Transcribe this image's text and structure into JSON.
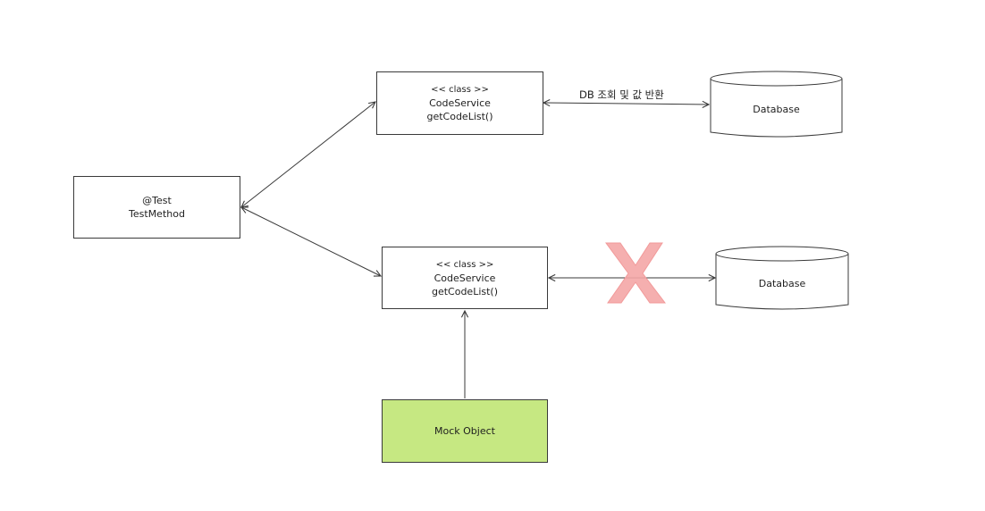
{
  "test_box": {
    "line1": "@Test",
    "line2": "TestMethod"
  },
  "service_top": {
    "stereotype": "<< class >>",
    "name": "CodeService",
    "method": "getCodeList()"
  },
  "service_bottom": {
    "stereotype": "<< class >>",
    "name": "CodeService",
    "method": "getCodeList()"
  },
  "db_top": {
    "label": "Database"
  },
  "db_bottom": {
    "label": "Database"
  },
  "edge_top": {
    "label": "DB 조회 및 값 반환"
  },
  "mock_box": {
    "label": "Mock Object",
    "fill": "#c6e882"
  },
  "blocked_marker": {
    "symbol": "X",
    "color": "#f4a6a6"
  }
}
